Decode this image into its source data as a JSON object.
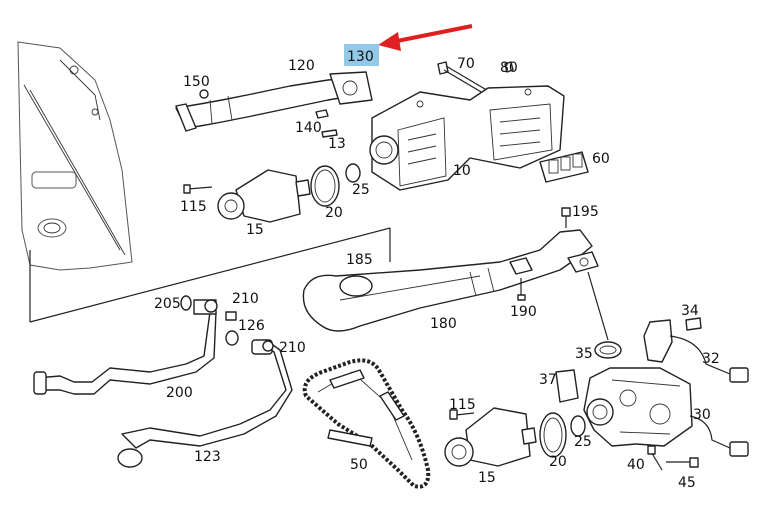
{
  "diagram": {
    "highlight": {
      "label": "130",
      "color": "#93c8e6",
      "arrow_color": "#e02020"
    },
    "labels": {
      "l150": "150",
      "l120": "120",
      "l70": "70",
      "l80": "80",
      "l140": "140",
      "l13": "13",
      "l25a": "25",
      "l10": "10",
      "l60": "60",
      "l115a": "115",
      "l20a": "20",
      "l15a": "15",
      "l195": "195",
      "l185": "185",
      "l190": "190",
      "l180": "180",
      "l205": "205",
      "l210a": "210",
      "l126": "126",
      "l210b": "210",
      "l34": "34",
      "l35": "35",
      "l32": "32",
      "l200": "200",
      "l37": "37",
      "l115b": "115",
      "l30": "30",
      "l25b": "25",
      "l20b": "20",
      "l40": "40",
      "l123": "123",
      "l50": "50",
      "l15b": "15",
      "l45": "45"
    }
  }
}
